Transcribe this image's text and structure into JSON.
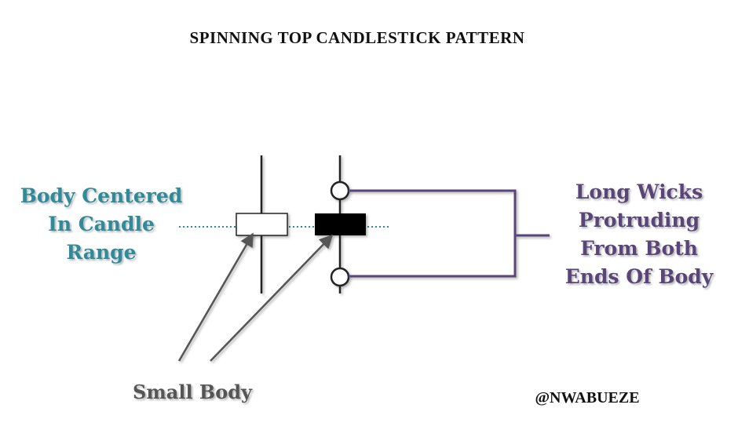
{
  "title": "SPINNING TOP CANDLESTICK  PATTERN",
  "labels": {
    "left": [
      "Body Centered",
      "In Candle",
      "Range"
    ],
    "right": [
      "Long Wicks",
      "Protruding",
      "From Both",
      "Ends Of Body"
    ],
    "bottom": "Small Body"
  },
  "credit": "@NWABUEZE",
  "colors": {
    "left_label": "#2f8a9a",
    "right_label": "#5a4578",
    "bottom_label": "#555555",
    "bracket": "#5a4578",
    "arrows": "#555555",
    "center_line": "#2f8a9a"
  }
}
